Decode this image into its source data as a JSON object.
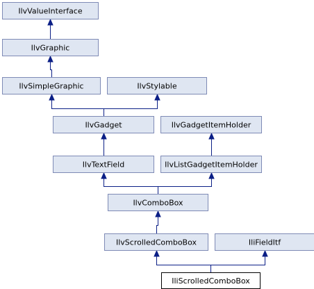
{
  "diagram": {
    "nodes": [
      {
        "id": "IlvValueInterface",
        "label": "IlvValueInterface",
        "current": false
      },
      {
        "id": "IlvGraphic",
        "label": "IlvGraphic",
        "current": false
      },
      {
        "id": "IlvSimpleGraphic",
        "label": "IlvSimpleGraphic",
        "current": false
      },
      {
        "id": "IlvStylable",
        "label": "IlvStylable",
        "current": false
      },
      {
        "id": "IlvGadget",
        "label": "IlvGadget",
        "current": false
      },
      {
        "id": "IlvGadgetItemHolder",
        "label": "IlvGadgetItemHolder",
        "current": false
      },
      {
        "id": "IlvTextField",
        "label": "IlvTextField",
        "current": false
      },
      {
        "id": "IlvListGadgetItemHolder",
        "label": "IlvListGadgetItemHolder",
        "current": false
      },
      {
        "id": "IlvComboBox",
        "label": "IlvComboBox",
        "current": false
      },
      {
        "id": "IlvScrolledComboBox",
        "label": "IlvScrolledComboBox",
        "current": false
      },
      {
        "id": "IliFieldItf",
        "label": "IliFieldItf",
        "current": false
      },
      {
        "id": "IliScrolledComboBox",
        "label": "IliScrolledComboBox",
        "current": true
      }
    ],
    "edges": [
      {
        "from": "IlvGraphic",
        "to": "IlvValueInterface"
      },
      {
        "from": "IlvSimpleGraphic",
        "to": "IlvGraphic"
      },
      {
        "from": "IlvGadget",
        "to": "IlvSimpleGraphic"
      },
      {
        "from": "IlvGadget",
        "to": "IlvStylable"
      },
      {
        "from": "IlvTextField",
        "to": "IlvGadget"
      },
      {
        "from": "IlvListGadgetItemHolder",
        "to": "IlvGadgetItemHolder"
      },
      {
        "from": "IlvComboBox",
        "to": "IlvTextField"
      },
      {
        "from": "IlvComboBox",
        "to": "IlvListGadgetItemHolder"
      },
      {
        "from": "IlvScrolledComboBox",
        "to": "IlvComboBox"
      },
      {
        "from": "IliScrolledComboBox",
        "to": "IlvScrolledComboBox"
      },
      {
        "from": "IliScrolledComboBox",
        "to": "IliFieldItf"
      }
    ]
  }
}
